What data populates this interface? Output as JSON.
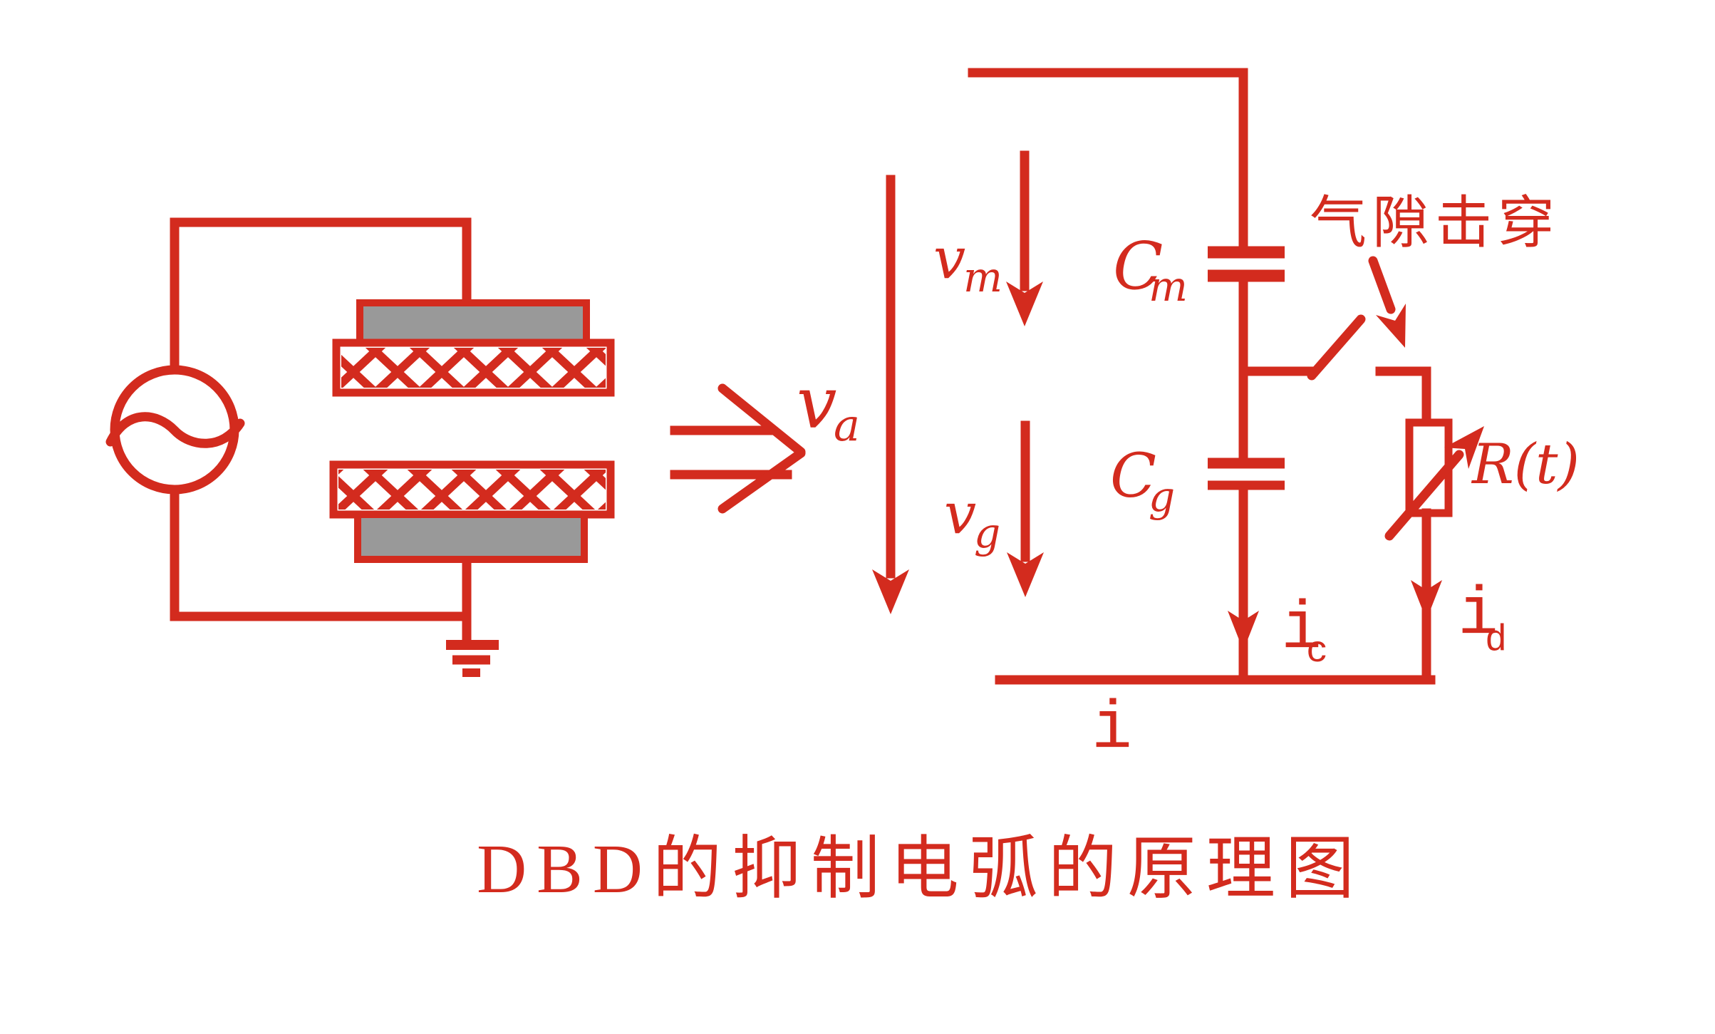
{
  "title": "DBD的抑制电弧的原理图",
  "colors": {
    "accent_red": "#d32b1e",
    "electrode_gray": "#999999",
    "background": "#ffffff"
  },
  "labels": {
    "va": {
      "main": "v",
      "sub": "a"
    },
    "vm": {
      "main": "v",
      "sub": "m"
    },
    "vg": {
      "main": "v",
      "sub": "g"
    },
    "cm": {
      "main": "C",
      "sub": "m"
    },
    "cg": {
      "main": "C",
      "sub": "g"
    },
    "ic": {
      "main": "i",
      "sub": "c"
    },
    "id": {
      "main": "i",
      "sub": "d"
    },
    "i_total": "i",
    "resistor": "R(t)",
    "breakdown_annotation": "气隙击穿"
  }
}
